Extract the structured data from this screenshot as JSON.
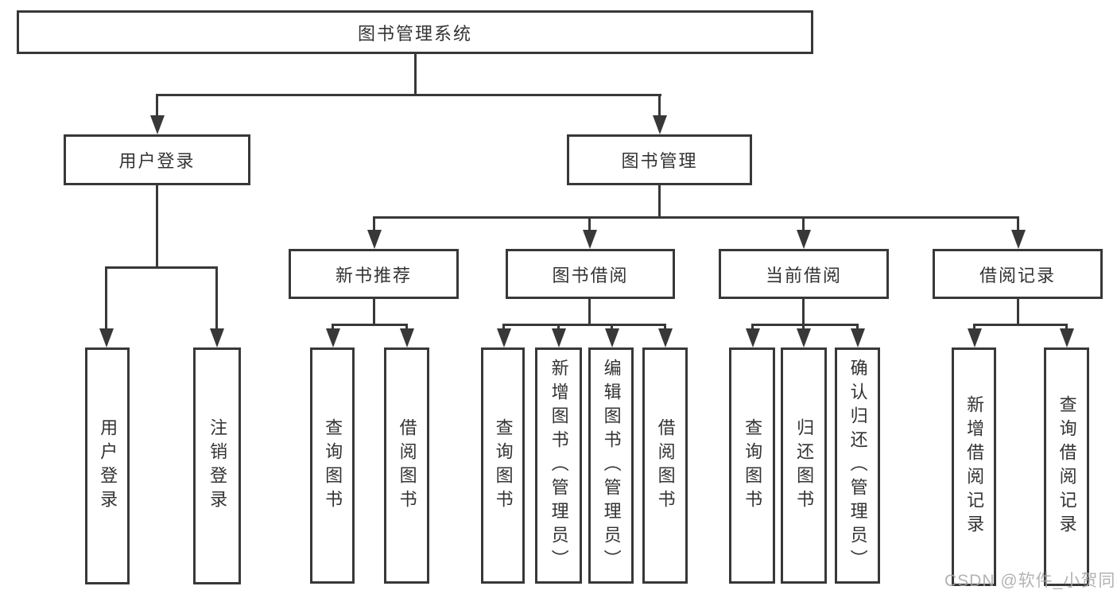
{
  "diagram_title": "图书管理系统",
  "tree": {
    "label": "图书管理系统",
    "children": [
      {
        "label": "用户登录",
        "children": [
          {
            "label": "用户登录"
          },
          {
            "label": "注销登录"
          }
        ]
      },
      {
        "label": "图书管理",
        "children": [
          {
            "label": "新书推荐",
            "children": [
              {
                "label": "查询图书"
              },
              {
                "label": "借阅图书"
              }
            ]
          },
          {
            "label": "图书借阅",
            "children": [
              {
                "label": "查询图书"
              },
              {
                "label": "新增图书（管理员）"
              },
              {
                "label": "编辑图书（管理员）"
              },
              {
                "label": "借阅图书"
              }
            ]
          },
          {
            "label": "当前借阅",
            "children": [
              {
                "label": "查询图书"
              },
              {
                "label": "归还图书"
              },
              {
                "label": "确认归还（管理员）"
              }
            ]
          },
          {
            "label": "借阅记录",
            "children": [
              {
                "label": "新增借阅记录"
              },
              {
                "label": "查询借阅记录"
              }
            ]
          }
        ]
      }
    ]
  },
  "watermark": "CSDN @软件_小贺同学",
  "colors": {
    "line": "#383838",
    "text": "#333333",
    "box_background": "#ffffff",
    "watermark": "#a6a6a6"
  }
}
